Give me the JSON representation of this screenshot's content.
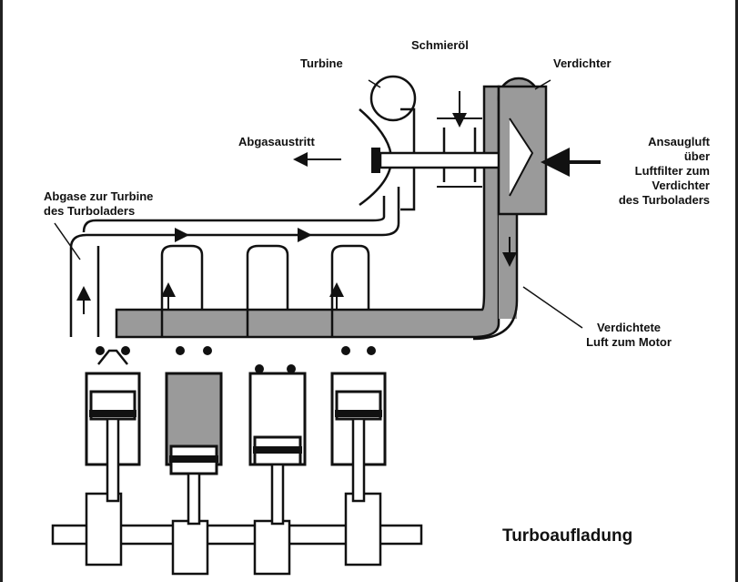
{
  "labels": {
    "turbine": "Turbine",
    "schmieroel": "Schmieröl",
    "verdichter": "Verdichter",
    "abgasaustritt": "Abgasaustritt",
    "abgase_line1": "Abgase zur Turbine",
    "abgase_line2": "des Turboladers",
    "ansaug_line1": "Ansaugluft",
    "ansaug_line2": "über",
    "ansaug_line3": "Luftfilter zum",
    "ansaug_line4": "Verdichter",
    "ansaug_line5": "des Turboladers",
    "verdichtete_line1": "Verdichtete",
    "verdichtete_line2": "Luft zum Motor",
    "title": "Turboaufladung"
  },
  "colors": {
    "ink": "#111111",
    "compressed_air": "#9a9a9a",
    "background": "#ffffff"
  }
}
